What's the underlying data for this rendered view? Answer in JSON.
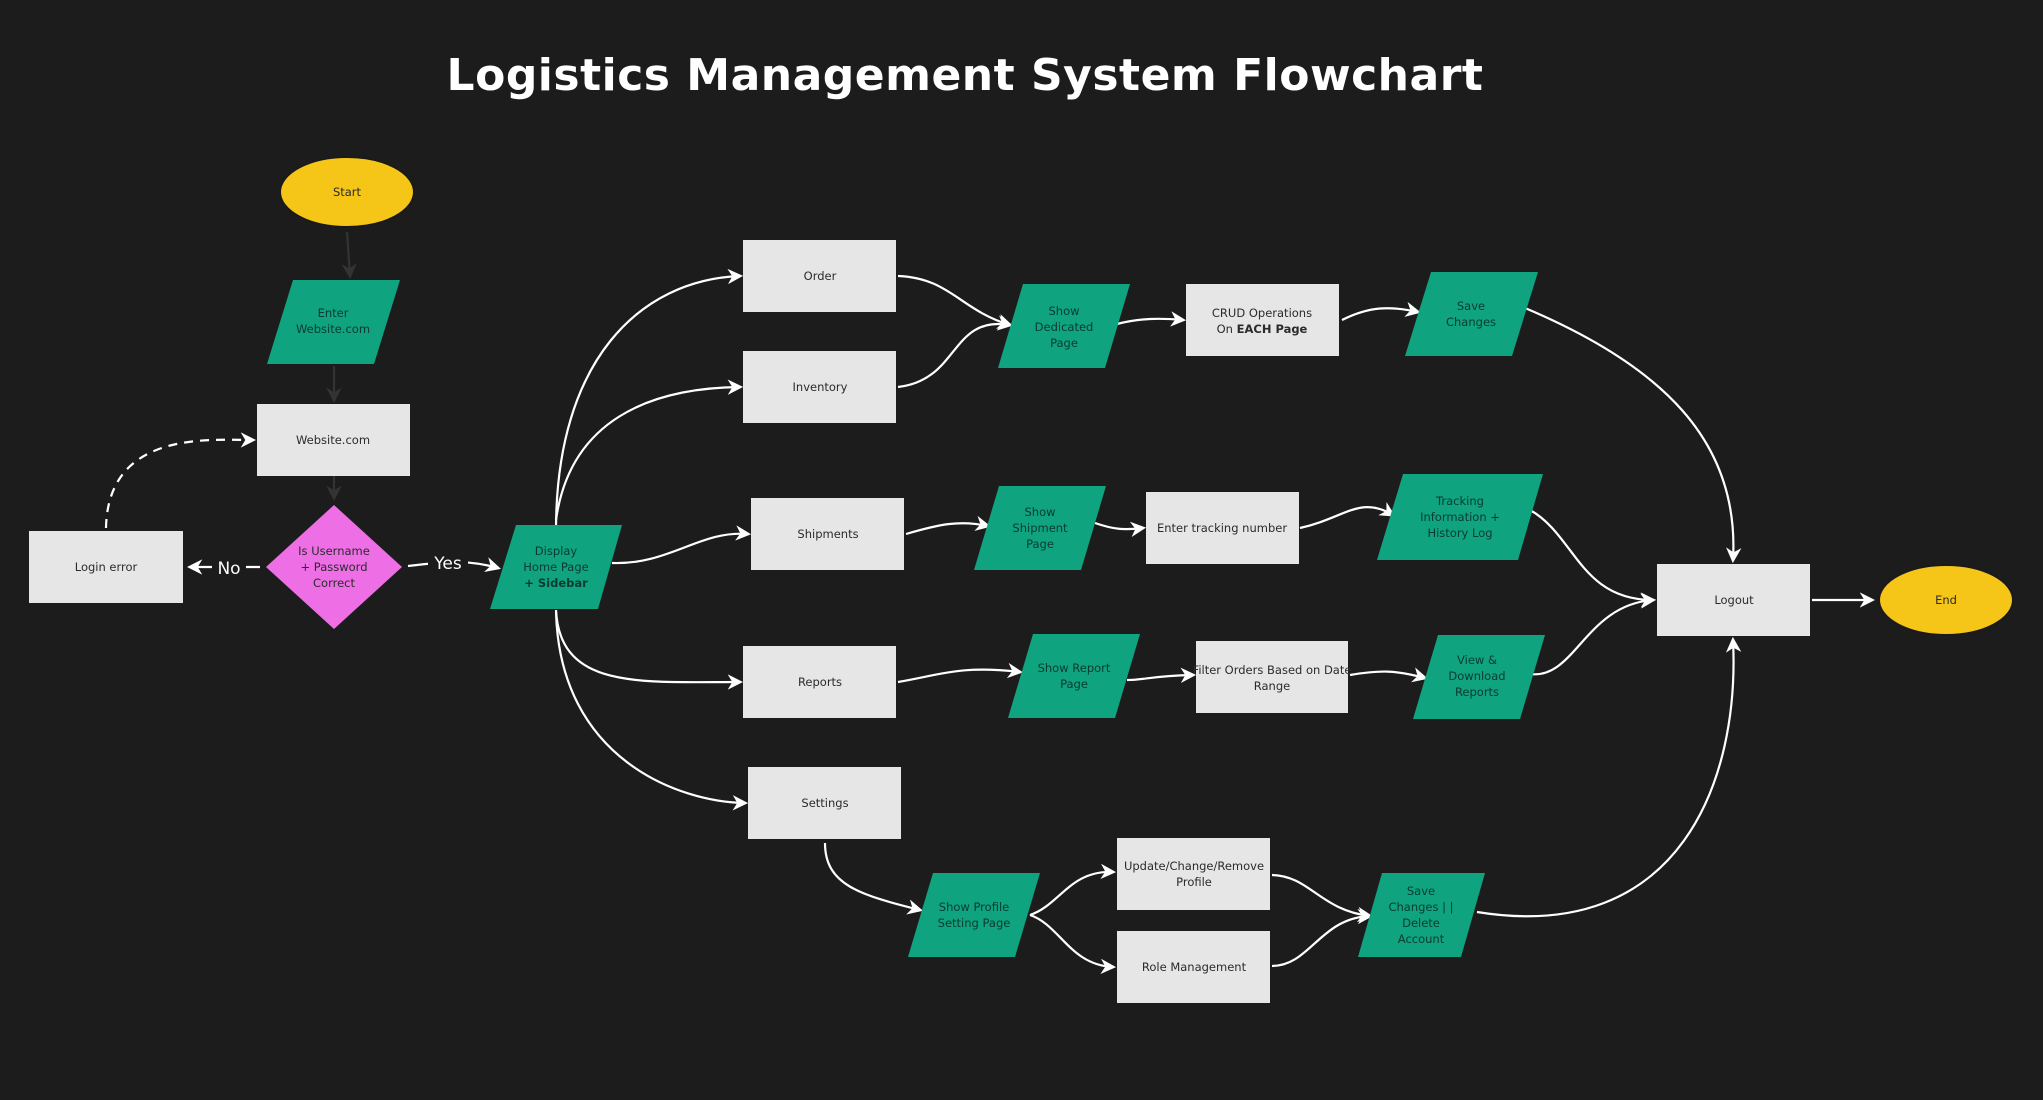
{
  "title": "Logistics Management System Flowchart",
  "colors": {
    "background": "#1c1c1c",
    "terminator": "#f5c518",
    "io": "#0fa380",
    "process": "#e6e6e6",
    "decision": "#ee6ee6",
    "arrow": "#ffffff"
  },
  "nodes": {
    "start": {
      "label": "Start"
    },
    "enter_website": {
      "lines": [
        "Enter",
        "Website.com"
      ]
    },
    "website": {
      "label": "Website.com"
    },
    "decision": {
      "lines": [
        "Is Username",
        "+ Password",
        "Correct"
      ]
    },
    "login_error": {
      "label": "Login error"
    },
    "display_home": {
      "lines": [
        "Display",
        "Home Page",
        "+ Sidebar"
      ]
    },
    "order": {
      "label": "Order"
    },
    "inventory": {
      "label": "Inventory"
    },
    "shipments": {
      "label": "Shipments"
    },
    "reports": {
      "label": "Reports"
    },
    "settings": {
      "label": "Settings"
    },
    "show_dedicated": {
      "lines": [
        "Show",
        "Dedicated",
        "Page"
      ]
    },
    "crud": {
      "line1": "CRUD Operations",
      "line2_prefix": "On ",
      "line2_bold": "EACH Page"
    },
    "save_changes": {
      "lines": [
        "Save",
        "Changes"
      ]
    },
    "show_shipment": {
      "lines": [
        "Show",
        "Shipment",
        "Page"
      ]
    },
    "enter_tracking": {
      "label": "Enter tracking number"
    },
    "tracking_info": {
      "lines": [
        "Tracking",
        "Information +",
        "History Log"
      ]
    },
    "show_report": {
      "lines": [
        "Show Report",
        "Page"
      ]
    },
    "filter_orders": {
      "lines": [
        "Filter Orders Based on Date",
        "Range"
      ]
    },
    "view_download": {
      "lines": [
        "View &",
        "Download",
        "Reports"
      ]
    },
    "show_profile": {
      "lines": [
        "Show Profile",
        "Setting Page"
      ]
    },
    "update_profile": {
      "lines": [
        "Update/Change/Remove",
        "Profile"
      ]
    },
    "role_management": {
      "label": "Role Management"
    },
    "save_delete": {
      "lines": [
        "Save",
        "Changes | |",
        "Delete",
        "Account"
      ]
    },
    "logout": {
      "label": "Logout"
    },
    "end": {
      "label": "End"
    }
  },
  "edge_labels": {
    "no": "No",
    "yes": "Yes"
  }
}
